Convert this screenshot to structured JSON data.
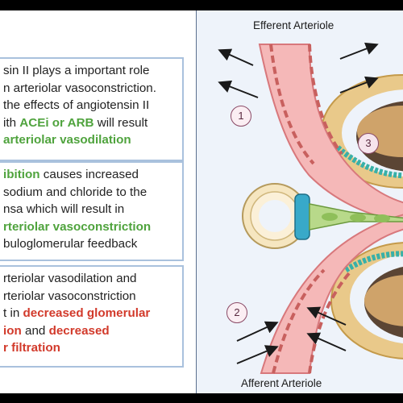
{
  "text_boxes": {
    "box1": {
      "line1": "sin II plays a important role",
      "line2": "n arteriolar vasoconstriction.",
      "line3": "the effects of angiotensin II",
      "line4_prefix": "ith ",
      "line4_highlight": "ACEi or ARB",
      "line4_suffix": " will result",
      "line5_highlight": "arteriolar vasodilation"
    },
    "box2": {
      "line1_highlight": "ibition",
      "line1_suffix": " causes increased",
      "line2": "sodium and chloride to the",
      "line3": "nsa which will result in",
      "line4_highlight": "rteriolar vasoconstriction",
      "line5": "buloglomerular feedback"
    },
    "box3": {
      "line1": "rteriolar vasodilation and",
      "line2": "rteriolar vasoconstriction",
      "line3_prefix": "t in ",
      "line3_highlight": "decreased glomerular",
      "line4_highlight": "ion",
      "line4_middle": " and ",
      "line4_highlight2": "decreased",
      "line5_highlight": "r filtration"
    }
  },
  "diagram": {
    "efferent_label": "Efferent Arteriole",
    "afferent_label": "Afferent Arteriole",
    "markers": [
      "1",
      "2",
      "3"
    ]
  },
  "colors": {
    "highlight_green": "#4fa33d",
    "highlight_red": "#d23a2b",
    "box_border": "#a9c1dd",
    "vessel_pink": "#f5b8b8"
  }
}
